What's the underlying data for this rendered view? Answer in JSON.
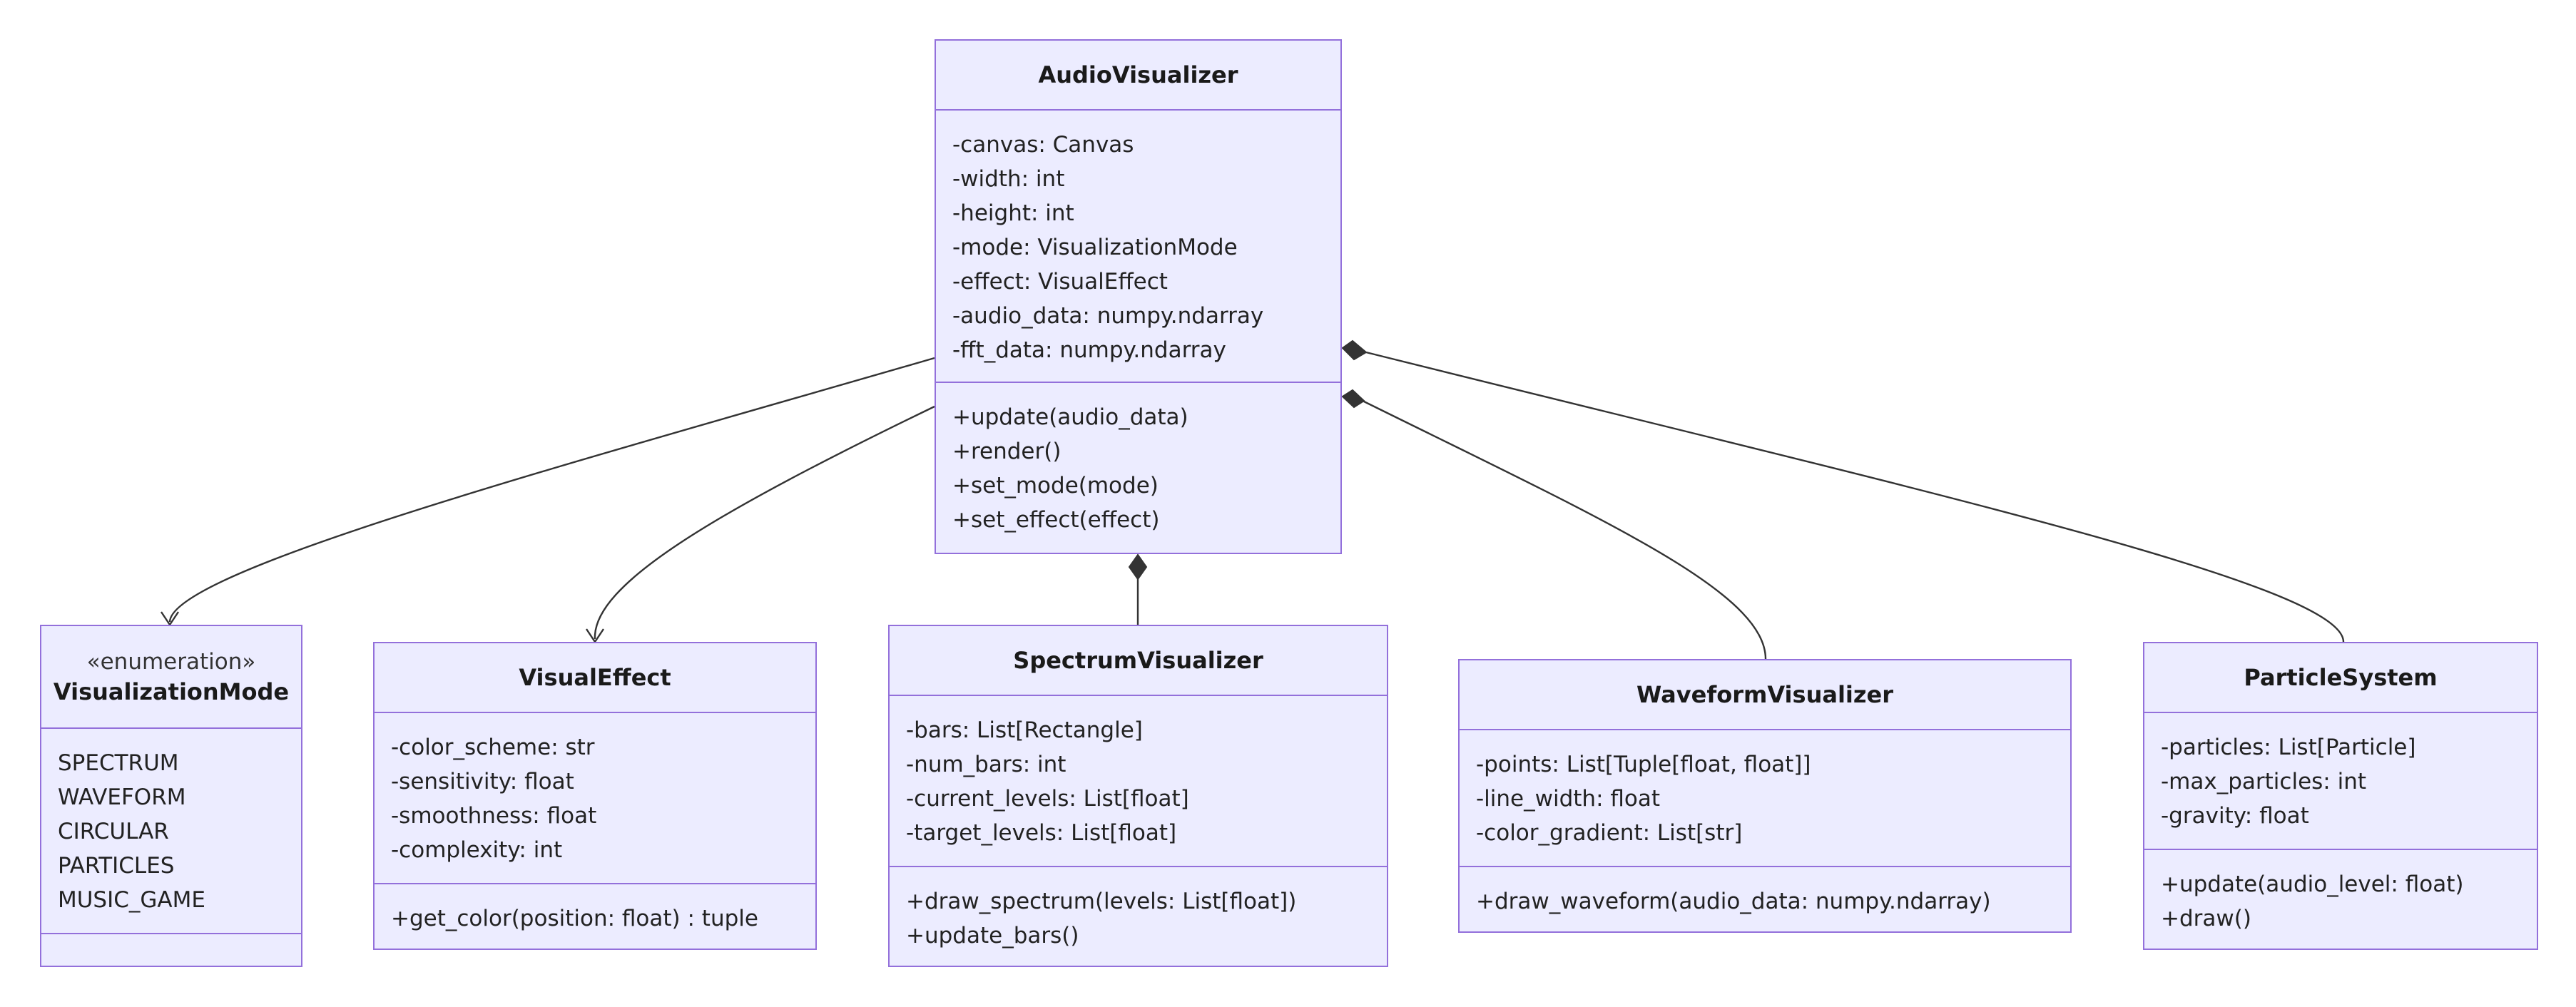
{
  "diagram": {
    "classes": {
      "audio_visualizer": {
        "name": "AudioVisualizer",
        "attributes": [
          "-canvas: Canvas",
          "-width: int",
          "-height: int",
          "-mode: VisualizationMode",
          "-effect: VisualEffect",
          "-audio_data: numpy.ndarray",
          "-fft_data: numpy.ndarray"
        ],
        "methods": [
          "+update(audio_data)",
          "+render()",
          "+set_mode(mode)",
          "+set_effect(effect)"
        ]
      },
      "visualization_mode": {
        "stereotype": "«enumeration»",
        "name": "VisualizationMode",
        "values": [
          "SPECTRUM",
          "WAVEFORM",
          "CIRCULAR",
          "PARTICLES",
          "MUSIC_GAME"
        ]
      },
      "visual_effect": {
        "name": "VisualEffect",
        "attributes": [
          "-color_scheme: str",
          "-sensitivity: float",
          "-smoothness: float",
          "-complexity: int"
        ],
        "methods": [
          "+get_color(position: float) : tuple"
        ]
      },
      "spectrum_visualizer": {
        "name": "SpectrumVisualizer",
        "attributes": [
          "-bars: List[Rectangle]",
          "-num_bars: int",
          "-current_levels: List[float]",
          "-target_levels: List[float]"
        ],
        "methods": [
          "+draw_spectrum(levels: List[float])",
          "+update_bars()"
        ]
      },
      "waveform_visualizer": {
        "name": "WaveformVisualizer",
        "attributes": [
          "-points: List[Tuple[float, float]]",
          "-line_width: float",
          "-color_gradient: List[str]"
        ],
        "methods": [
          "+draw_waveform(audio_data: numpy.ndarray)"
        ]
      },
      "particle_system": {
        "name": "ParticleSystem",
        "attributes": [
          "-particles: List[Particle]",
          "-max_particles: int",
          "-gravity: float"
        ],
        "methods": [
          "+update(audio_level: float)",
          "+draw()"
        ]
      }
    },
    "relations": [
      {
        "from": "AudioVisualizer",
        "to": "VisualizationMode",
        "type": "association"
      },
      {
        "from": "AudioVisualizer",
        "to": "VisualEffect",
        "type": "association"
      },
      {
        "from": "AudioVisualizer",
        "to": "SpectrumVisualizer",
        "type": "composition"
      },
      {
        "from": "AudioVisualizer",
        "to": "WaveformVisualizer",
        "type": "composition"
      },
      {
        "from": "AudioVisualizer",
        "to": "ParticleSystem",
        "type": "composition"
      }
    ],
    "colors": {
      "box_fill": "#ECECFF",
      "box_border": "#9370DB",
      "edge": "#333333"
    }
  }
}
